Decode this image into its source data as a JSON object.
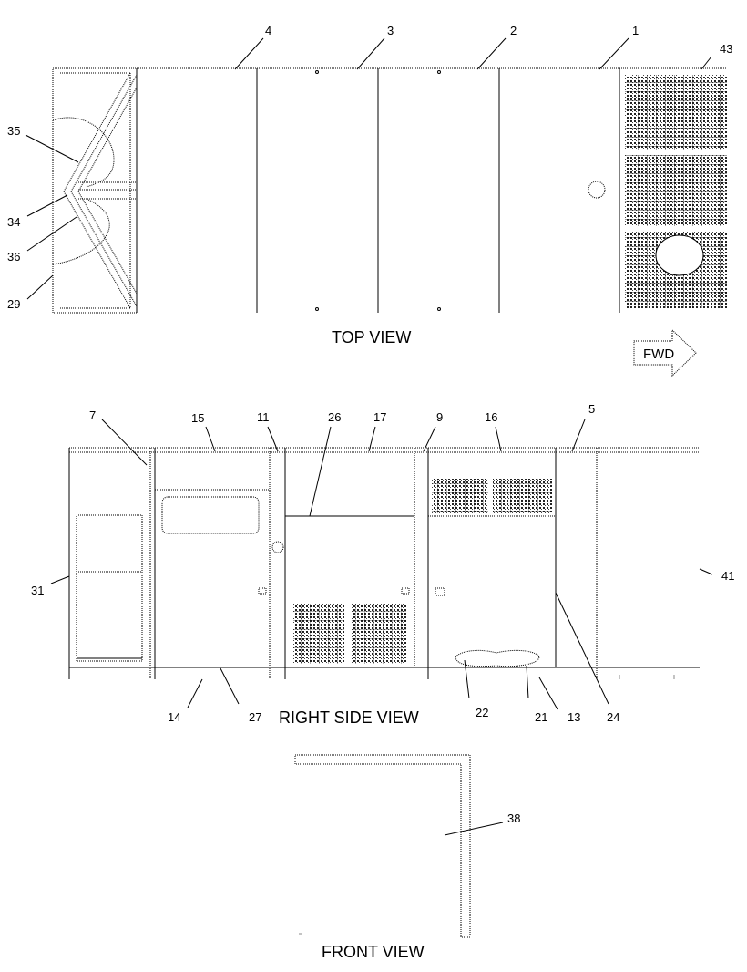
{
  "views": {
    "top": "TOP VIEW",
    "right_side": "RIGHT SIDE VIEW",
    "front": "FRONT VIEW"
  },
  "fwd_label": "FWD",
  "callouts": {
    "c1": "1",
    "c2": "2",
    "c3": "3",
    "c4": "4",
    "c43": "43",
    "c35": "35",
    "c34": "34",
    "c36": "36",
    "c29": "29",
    "c7": "7",
    "c15": "15",
    "c11": "11",
    "c26": "26",
    "c17": "17",
    "c9": "9",
    "c16": "16",
    "c5": "5",
    "c31": "31",
    "c41": "41",
    "c14": "14",
    "c27": "27",
    "c22": "22",
    "c21": "21",
    "c13": "13",
    "c24": "24",
    "c38": "38"
  }
}
